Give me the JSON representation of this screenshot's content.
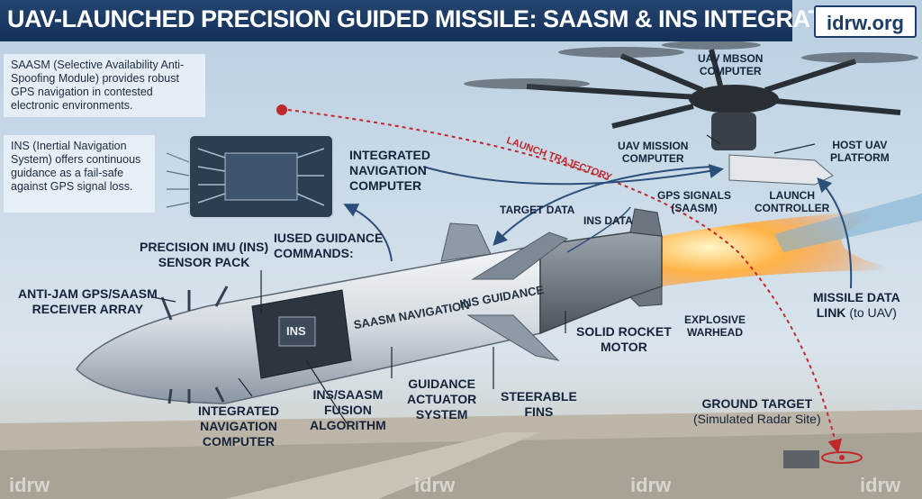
{
  "title": "UAV-LAUNCHED PRECISION GUIDED MISSILE: SAASM & INS INTEGRATION.",
  "logo": "idrw.org",
  "notes": {
    "saasm": "SAASM (Selective Availability Anti-Spoofing Module) provides robust GPS navigation in contested electronic environments.",
    "ins": "INS (Inertial Navigation System) offers continuous guidance as a fail-safe against GPS signal loss."
  },
  "labels": {
    "integrated_nav_top": [
      "INTEGRATED",
      "NAVIGATION",
      "COMPUTER"
    ],
    "uav_mbson": [
      "UAV MBSON",
      "COMPUTER"
    ],
    "uav_mission": [
      "UAV MISSION",
      "COMPUTER"
    ],
    "host_uav": [
      "HOST UAV",
      "PLATFORM"
    ],
    "launch_trajectory": "LAUNCH TRAJECTORY",
    "gps_signals": [
      "GPS SIGNALS",
      "(SAASM)"
    ],
    "launch_controller": [
      "LAUNCH",
      "CONTROLLER"
    ],
    "target_data": "TARGET DATA",
    "ins_data": "INS DATA",
    "iused_guidance": [
      "IUSED GUIDANCE",
      "COMMANDS:"
    ],
    "precision_imu": [
      "PRECISION IMU (INS)",
      "SENSOR PACK"
    ],
    "anti_jam": [
      "ANTI-JAM GPS/SAASM",
      "RECEIVER ARRAY"
    ],
    "missile_data_link": [
      "MISSILE DATA",
      "LINK"
    ],
    "missile_data_link_sub": "(to UAV)",
    "explosive": [
      "EXPLOSIVE",
      "WARHEAD"
    ],
    "solid_rocket": [
      "SOLID ROCKET",
      "MOTOR"
    ],
    "guidance_actuator": [
      "GUIDANCE",
      "ACTUATOR",
      "SYSTEM"
    ],
    "steerable_fins": [
      "STEERABLE",
      "FINS"
    ],
    "ins_saasm_fusion": [
      "INS/SAASM",
      "FUSION",
      "ALGORITHM"
    ],
    "integrated_nav_bottom": [
      "INTEGRATED",
      "NAVIGATION",
      "COMPUTER"
    ],
    "ground_target": "GROUND TARGET",
    "ground_target_sub": "(Simulated Radar Site)"
  },
  "missile_text": {
    "ins_block": "INS",
    "saasm_nav": "SAASM NAVIGATION",
    "ins_guidance": "INS GUIDANCE"
  },
  "watermarks": [
    "idrw",
    "idrw",
    "idrw",
    "idrw"
  ],
  "colors": {
    "banner": "#1e3d66",
    "trajectory": "#c0282d",
    "arrow": "#2b4f7a",
    "sky": "#c9d9e6"
  }
}
